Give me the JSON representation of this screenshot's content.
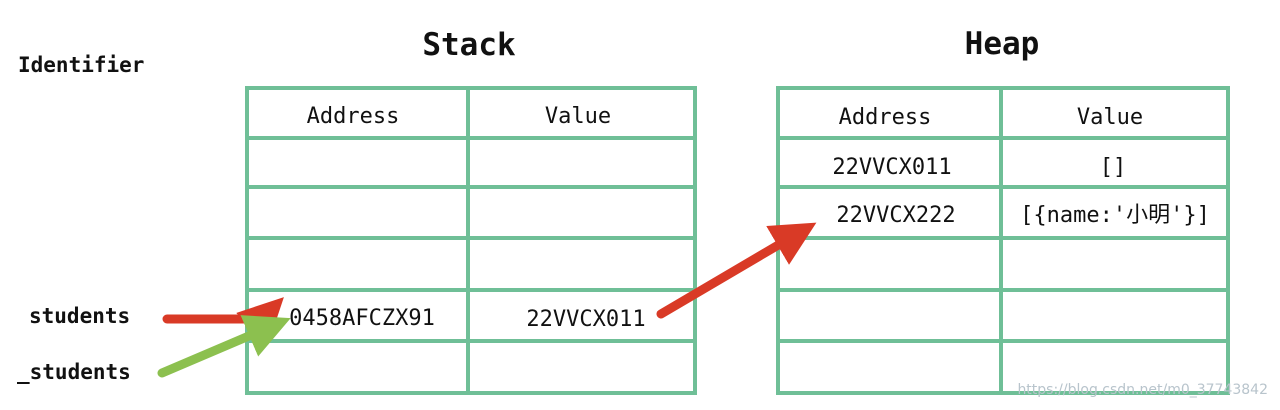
{
  "diagram": {
    "identifier_heading": "Identifier",
    "stack": {
      "title": "Stack",
      "headers": [
        "Address",
        "Value"
      ],
      "rows": [
        [
          "",
          ""
        ],
        [
          "",
          ""
        ],
        [
          "",
          ""
        ],
        [
          "0458AFCZX91",
          "22VVCX011"
        ],
        [
          "",
          ""
        ]
      ]
    },
    "heap": {
      "title": "Heap",
      "headers": [
        "Address",
        "Value"
      ],
      "rows": [
        [
          "22VVCX011",
          "[]"
        ],
        [
          "22VVCX222",
          "[{name:'小明'}]"
        ],
        [
          "",
          ""
        ],
        [
          "",
          ""
        ],
        [
          "",
          ""
        ]
      ]
    },
    "identifiers": [
      {
        "label": "students",
        "arrow_color": "#d93a26"
      },
      {
        "label": "_students",
        "arrow_color": "#8cc04f"
      }
    ],
    "pointer_arrow_color": "#d93a26",
    "grid_color": "#6fbf97",
    "watermark": "https://blog.csdn.net/m0_37743842"
  }
}
